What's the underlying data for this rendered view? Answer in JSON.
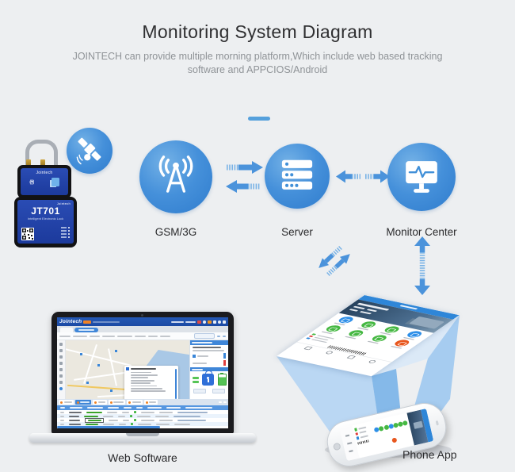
{
  "header": {
    "title": "Monitoring System Diagram",
    "subtitle1": "JOINTECH can provide multiple morning platform,Which include web based tracking",
    "subtitle2": "software and APPCIOS/Android"
  },
  "nodes": {
    "gsm": {
      "label": "GSM/3G"
    },
    "server": {
      "label": "Server"
    },
    "monitor": {
      "label": "Monitor Center"
    }
  },
  "labels": {
    "web": "Web Software",
    "phone": "Phone App"
  },
  "device": {
    "brand": "Jointech",
    "brand_small": "Jointech",
    "model": "JT701",
    "model_sub": "Intelligent Electronic Lock"
  },
  "laptop": {
    "brand": "Jointech"
  },
  "icons": {
    "satellite": "satellite-icon",
    "gsm": "antenna-radio-icon",
    "server": "server-stack-icon",
    "monitor": "monitor-pulse-icon",
    "lock": "padlock-icon",
    "qr": "qr-code-icon",
    "arrows": "two-way-arrow-icons"
  },
  "colors": {
    "accent_blue": "#4b93db",
    "circle_top": "#73b1e6",
    "circle_bottom": "#2f7ccd",
    "device_blue": "#1e3fa4",
    "app_green": "#46b843",
    "app_orange": "#e8571e",
    "alert_red": "#e04040"
  }
}
